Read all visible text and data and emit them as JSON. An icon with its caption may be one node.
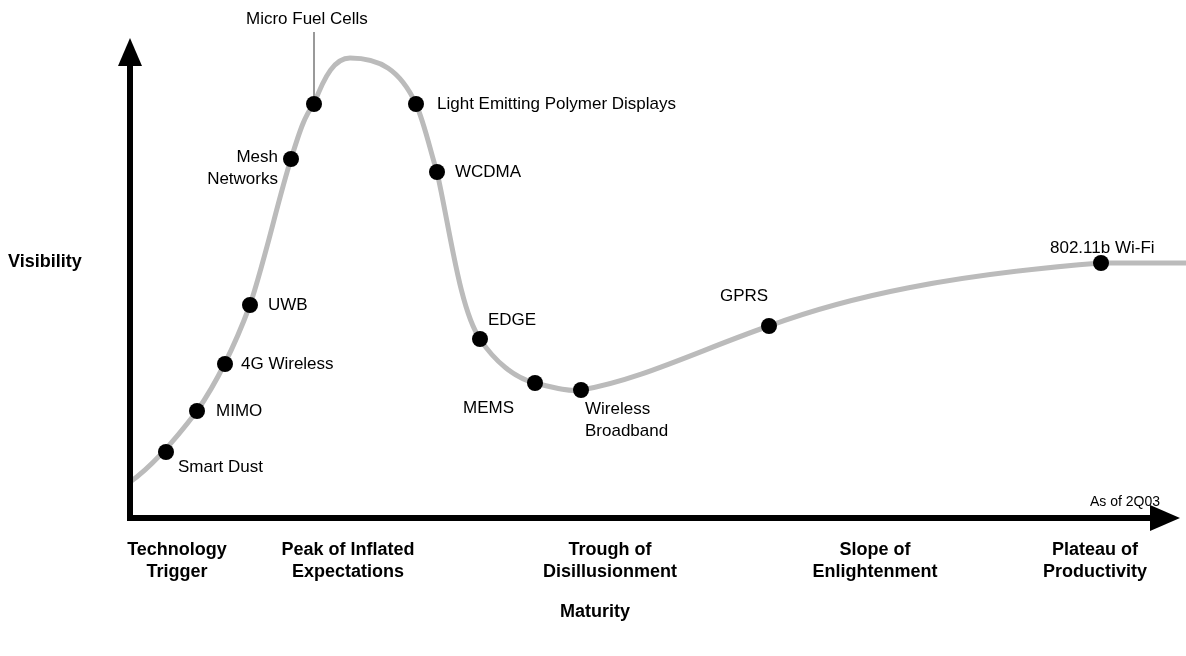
{
  "diagram": {
    "nodes": [
      {
        "text": [
          "Micro Fuel Cells"
        ]
      },
      {
        "text": [],
        "shape": "circle"
      }
    ],
    "edges": [
      {
        "from": 0,
        "to": 1,
        "arrow": "none"
      }
    ],
    "labels": [
      "Visibility",
      "Mesh Networks",
      "Light Emitting Polymer Displays",
      "WCDMA",
      "802.11b Wi-Fi",
      "UWB",
      "GPRS",
      "EDGE",
      "4G Wireless",
      "MIMO",
      "MEMS",
      "Wireless Broadband",
      "Smart Dust",
      "As of 2Q03",
      "Technology Trigger",
      "Peak of Inflated Expectations",
      "Trough of Disillusionment",
      "Slope of Enlightenment",
      "Plateau of Productivity",
      "Maturity"
    ]
  }
}
